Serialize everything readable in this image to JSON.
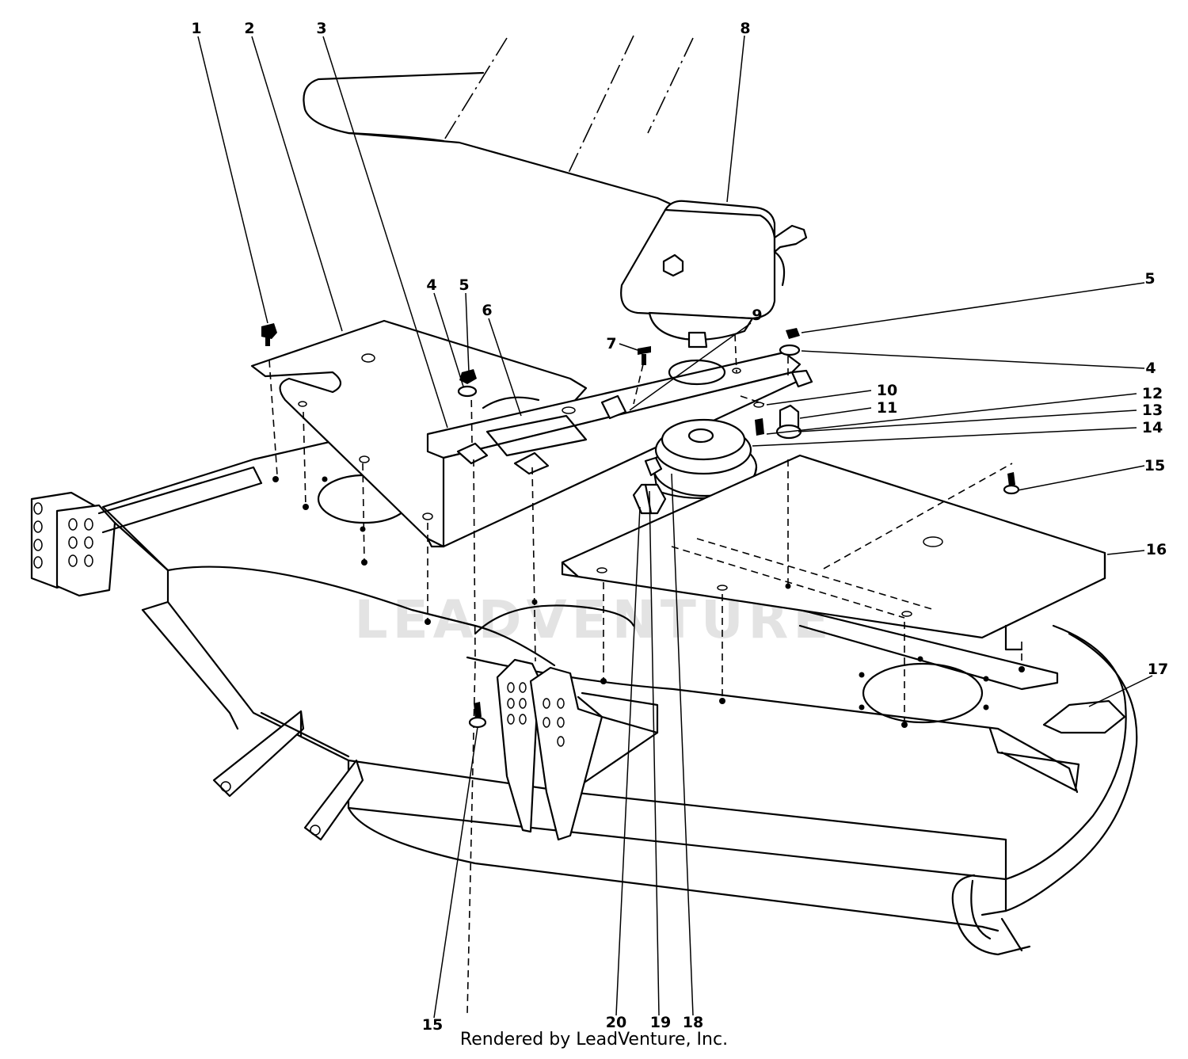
{
  "diagram": {
    "watermark": "LEADVENTURE",
    "credit": "Rendered by LeadVenture, Inc.",
    "callouts": [
      {
        "id": "c1",
        "label": "1"
      },
      {
        "id": "c2",
        "label": "2"
      },
      {
        "id": "c3",
        "label": "3"
      },
      {
        "id": "c4a",
        "label": "4"
      },
      {
        "id": "c5a",
        "label": "5"
      },
      {
        "id": "c6",
        "label": "6"
      },
      {
        "id": "c7",
        "label": "7"
      },
      {
        "id": "c8",
        "label": "8"
      },
      {
        "id": "c9",
        "label": "9"
      },
      {
        "id": "c5b",
        "label": "5"
      },
      {
        "id": "c4b",
        "label": "4"
      },
      {
        "id": "c10",
        "label": "10"
      },
      {
        "id": "c11",
        "label": "11"
      },
      {
        "id": "c12",
        "label": "12"
      },
      {
        "id": "c13",
        "label": "13"
      },
      {
        "id": "c14",
        "label": "14"
      },
      {
        "id": "c15a",
        "label": "15"
      },
      {
        "id": "c16",
        "label": "16"
      },
      {
        "id": "c17",
        "label": "17"
      },
      {
        "id": "c15b",
        "label": "15"
      },
      {
        "id": "c20",
        "label": "20"
      },
      {
        "id": "c19",
        "label": "19"
      },
      {
        "id": "c18",
        "label": "18"
      }
    ]
  }
}
